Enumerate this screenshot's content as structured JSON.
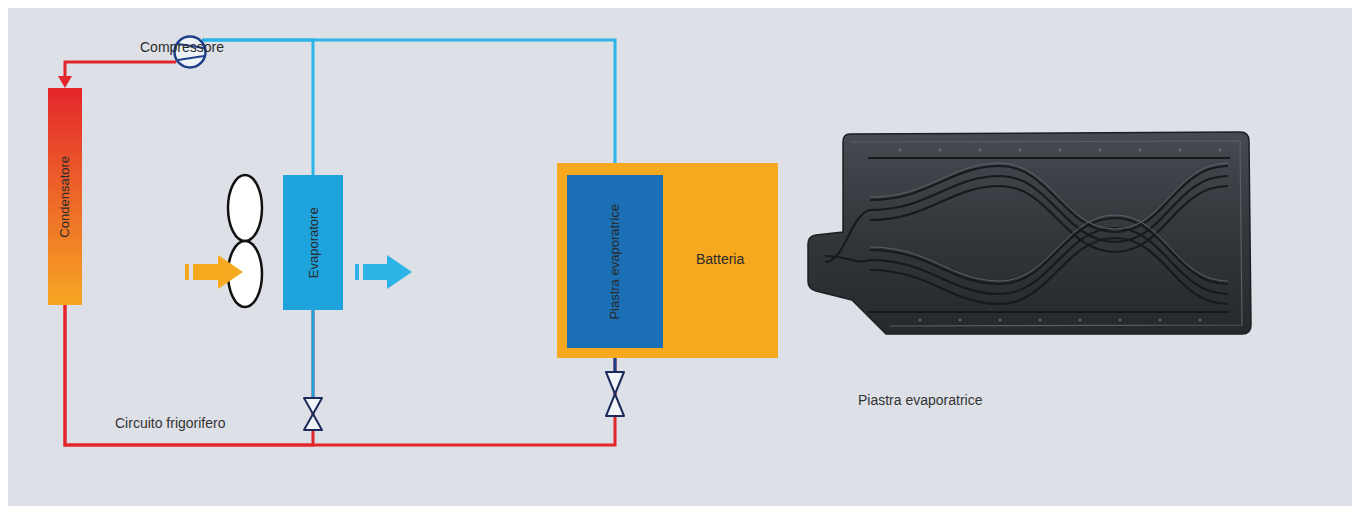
{
  "diagram": {
    "nodes": [
      {
        "text": [
          "Compressore"
        ]
      },
      {
        "text": [
          "Condensatore"
        ]
      },
      {
        "text": [
          "Evaporatore"
        ]
      },
      {
        "text": [
          "Batteria"
        ]
      },
      {
        "text": [
          "Piastra evaporatrice"
        ],
        "in": 3
      }
    ],
    "edges": [
      {
        "from": 0,
        "to": 1,
        "arrow": "to"
      },
      {
        "from": 2,
        "to": 0,
        "arrow": "none"
      },
      {
        "from": 4,
        "to": 0,
        "arrow": "none"
      },
      {
        "from": 1,
        "to": 2,
        "arrow": "none"
      },
      {
        "from": 1,
        "to": 4,
        "arrow": "none"
      }
    ],
    "labels": [
      "Circuito frigorifero",
      "Piastra evaporatrice"
    ]
  }
}
